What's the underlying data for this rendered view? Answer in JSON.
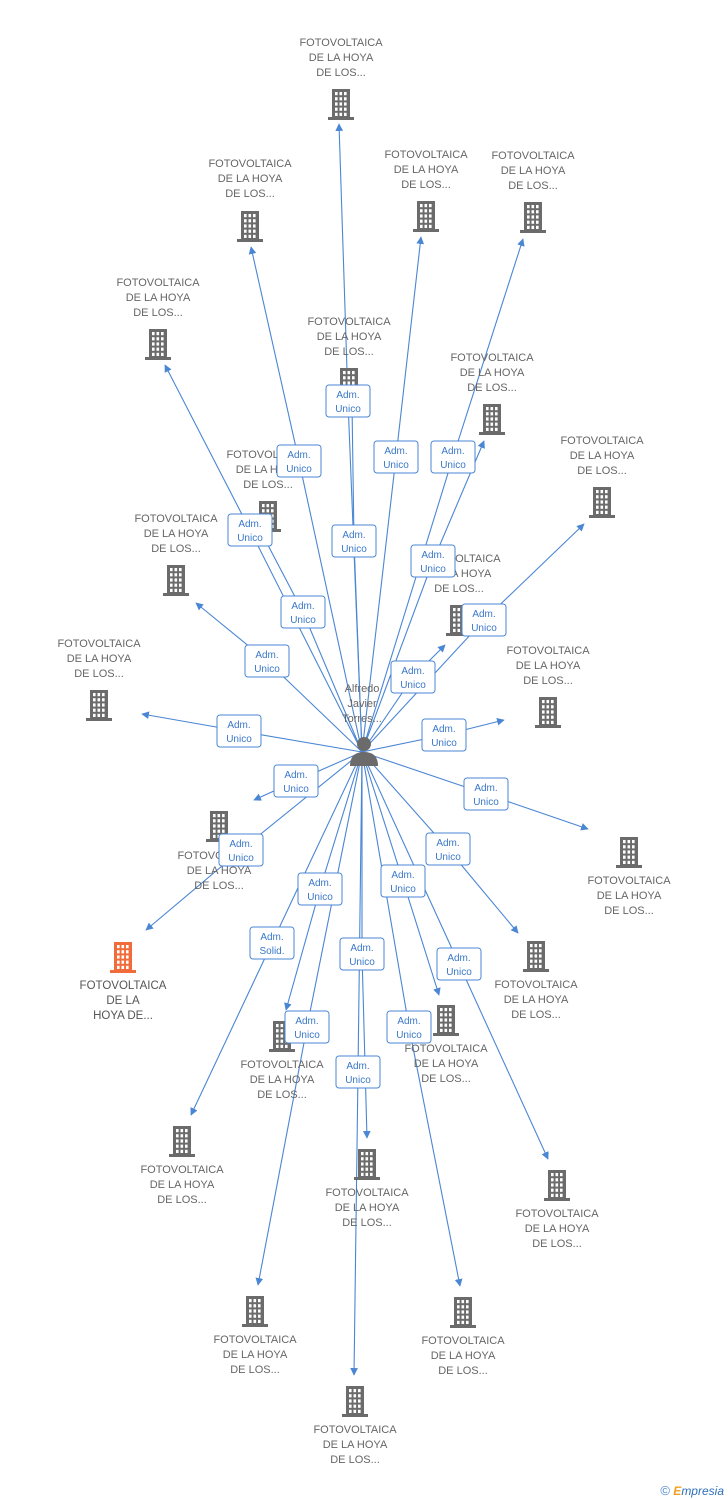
{
  "center": {
    "name_lines": [
      "Alfredo",
      "Javier",
      "Torres..."
    ]
  },
  "colors": {
    "edge": "#4a86d4",
    "node": "#6b6b6b",
    "highlight": "#f26b3a",
    "person": "#6b6b6b"
  },
  "nodes": [
    {
      "id": "n1",
      "lines": [
        "FOTOVOLTAICA",
        "DE LA HOYA",
        "DE LOS..."
      ]
    },
    {
      "id": "n2",
      "lines": [
        "FOTOVOLTAICA",
        "DE LA HOYA",
        "DE LOS..."
      ]
    },
    {
      "id": "n3",
      "lines": [
        "FOTOVOLTAICA",
        "DE LA HOYA",
        "DE LOS..."
      ]
    },
    {
      "id": "n4",
      "lines": [
        "FOTOVOLTAICA",
        "DE LA HOYA",
        "DE LOS..."
      ]
    },
    {
      "id": "n5",
      "lines": [
        "FOTOVOLTAICA",
        "DE LA HOYA",
        "DE LOS..."
      ]
    },
    {
      "id": "n6",
      "lines": [
        "FOTOVOLTAICA",
        "DE LA HOYA",
        "DE LOS..."
      ]
    },
    {
      "id": "n7",
      "lines": [
        "FOTOVOLTAICA",
        "DE LA HOYA",
        "DE LOS..."
      ]
    },
    {
      "id": "n8",
      "lines": [
        "FOTOVOLTAICA",
        "DE LA HOYA",
        "DE LOS..."
      ]
    },
    {
      "id": "n9",
      "lines": [
        "FOTOVOLTAICA",
        "DE LA HOYA",
        "DE LOS..."
      ]
    },
    {
      "id": "n10",
      "lines": [
        "FOTOVOLTAICA",
        "DE LA HOYA",
        "DE LOS..."
      ]
    },
    {
      "id": "n11",
      "lines": [
        "FOTOVOLTAICA",
        "DE LA HOYA",
        "DE LOS..."
      ]
    },
    {
      "id": "n12",
      "lines": [
        "FOTOVOLTAICA",
        "DE LA HOYA",
        "DE LOS..."
      ]
    },
    {
      "id": "n13",
      "lines": [
        "FOTOVOLTAICA",
        "DE LA HOYA",
        "DE LOS..."
      ]
    },
    {
      "id": "n14",
      "lines": [
        "FOTOVOLTAICA",
        "DE LA HOYA",
        "DE LOS..."
      ]
    },
    {
      "id": "n15",
      "lines": [
        "FOTOVOLTAICA",
        "DE LA HOYA",
        "DE LOS..."
      ]
    },
    {
      "id": "n16",
      "lines": [
        "FOTOVOLTAICA",
        "DE LA HOYA",
        "DE LOS..."
      ]
    },
    {
      "id": "n17",
      "lines": [
        "FOTOVOLTAICA",
        "DE LA",
        "HOYA DE..."
      ],
      "highlight": true
    },
    {
      "id": "n18",
      "lines": [
        "FOTOVOLTAICA",
        "DE LA HOYA",
        "DE LOS..."
      ]
    },
    {
      "id": "n19",
      "lines": [
        "FOTOVOLTAICA",
        "DE LA HOYA",
        "DE LOS..."
      ]
    },
    {
      "id": "n20",
      "lines": [
        "FOTOVOLTAICA",
        "DE LA HOYA",
        "DE LOS..."
      ]
    },
    {
      "id": "n21",
      "lines": [
        "FOTOVOLTAICA",
        "DE LA HOYA",
        "DE LOS..."
      ]
    },
    {
      "id": "n22",
      "lines": [
        "FOTOVOLTAICA",
        "DE LA HOYA",
        "DE LOS..."
      ]
    },
    {
      "id": "n23",
      "lines": [
        "FOTOVOLTAICA",
        "DE LA HOYA",
        "DE LOS..."
      ]
    },
    {
      "id": "n24",
      "lines": [
        "FOTOVOLTAICA",
        "DE LA HOYA",
        "DE LOS..."
      ]
    },
    {
      "id": "n25",
      "lines": [
        "FOTOVOLTAICA",
        "DE LA HOYA",
        "DE LOS..."
      ]
    },
    {
      "id": "n26",
      "lines": [
        "FOTOVOLTAICA",
        "DE LA HOYA",
        "DE LOS..."
      ]
    }
  ],
  "badges": [
    {
      "lines": [
        "Adm.",
        "Unico"
      ]
    },
    {
      "lines": [
        "Adm.",
        "Unico"
      ]
    },
    {
      "lines": [
        "Adm.",
        "Unico"
      ]
    },
    {
      "lines": [
        "Adm.",
        "Unico"
      ]
    },
    {
      "lines": [
        "Adm.",
        "Unico"
      ]
    },
    {
      "lines": [
        "Adm.",
        "Unico"
      ]
    },
    {
      "lines": [
        "Adm.",
        "Unico"
      ]
    },
    {
      "lines": [
        "Adm.",
        "Unico"
      ]
    },
    {
      "lines": [
        "Adm.",
        "Unico"
      ]
    },
    {
      "lines": [
        "Adm.",
        "Unico"
      ]
    },
    {
      "lines": [
        "Adm.",
        "Unico"
      ]
    },
    {
      "lines": [
        "Adm.",
        "Unico"
      ]
    },
    {
      "lines": [
        "Adm.",
        "Unico"
      ]
    },
    {
      "lines": [
        "Adm.",
        "Unico"
      ]
    },
    {
      "lines": [
        "Adm.",
        "Unico"
      ]
    },
    {
      "lines": [
        "Adm.",
        "Unico"
      ]
    },
    {
      "lines": [
        "Adm.",
        "Unico"
      ]
    },
    {
      "lines": [
        "Adm.",
        "Unico"
      ]
    },
    {
      "lines": [
        "Adm.",
        "Unico"
      ]
    },
    {
      "lines": [
        "Adm.",
        "Solid."
      ]
    },
    {
      "lines": [
        "Adm.",
        "Unico"
      ]
    },
    {
      "lines": [
        "Adm.",
        "Unico"
      ]
    },
    {
      "lines": [
        "Adm.",
        "Unico"
      ]
    },
    {
      "lines": [
        "Adm.",
        "Unico"
      ]
    },
    {
      "lines": [
        "Adm.",
        "Unico"
      ]
    },
    {
      "lines": [
        "Adm.",
        "Unico"
      ]
    }
  ],
  "footer": {
    "copyright": "©",
    "brand_initial": "E",
    "brand_rest": "mpresia"
  }
}
